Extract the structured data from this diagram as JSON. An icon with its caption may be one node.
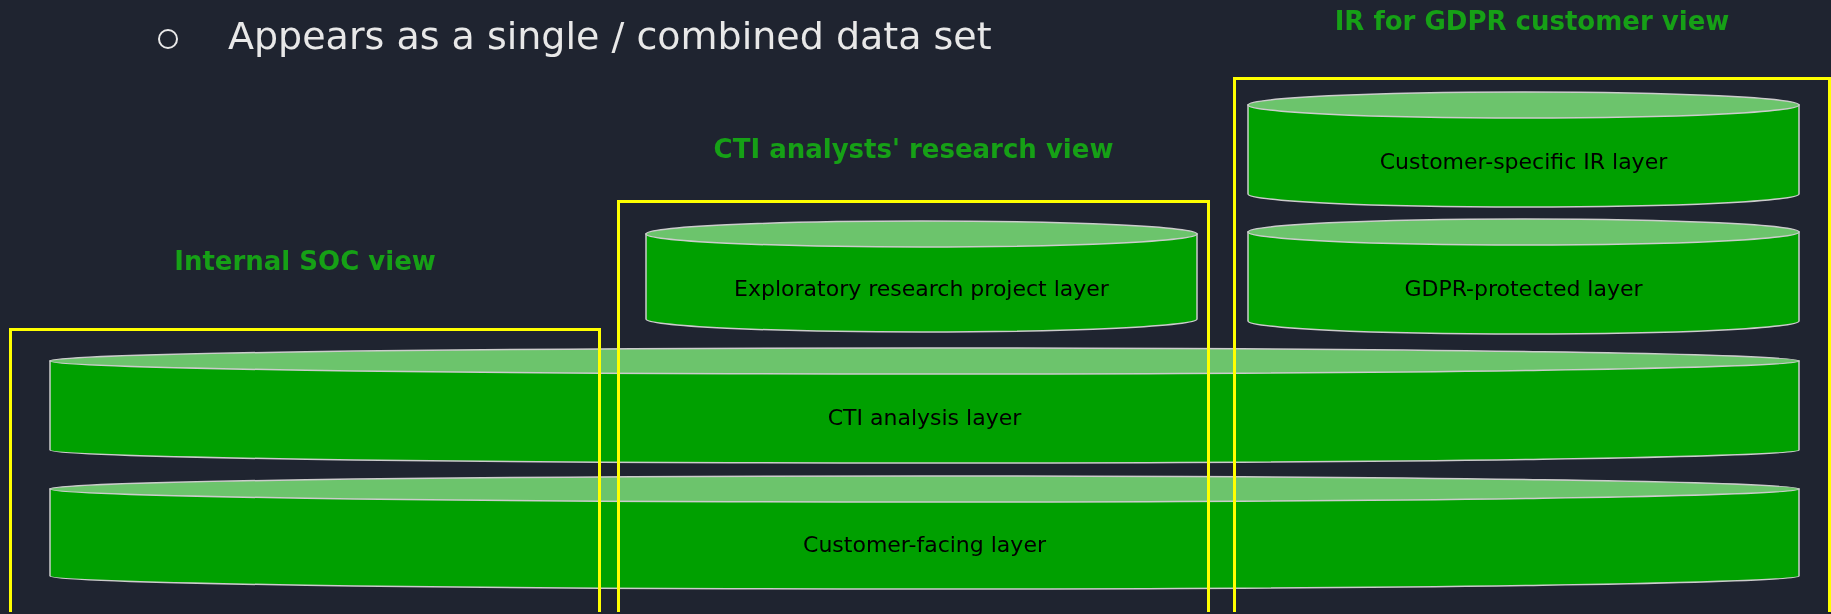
{
  "diagram": {
    "nodes": [
      {
        "text": [
          "IR for GDPR customer view"
        ]
      },
      {
        "text": [
          "Customer-specific IR layer"
        ],
        "in": 0
      },
      {
        "text": [
          "GDPR-protected layer"
        ],
        "in": 0
      },
      {
        "text": [
          "CTI analysts' research view"
        ]
      },
      {
        "text": [
          "Exploratory research project layer"
        ],
        "in": 3
      },
      {
        "text": [
          "Internal SOC view"
        ]
      },
      {
        "text": [
          "CTI analysis layer"
        ]
      },
      {
        "text": [
          "Customer-facing layer"
        ]
      }
    ],
    "labels": [
      "Appears as a single / combined data set"
    ]
  }
}
